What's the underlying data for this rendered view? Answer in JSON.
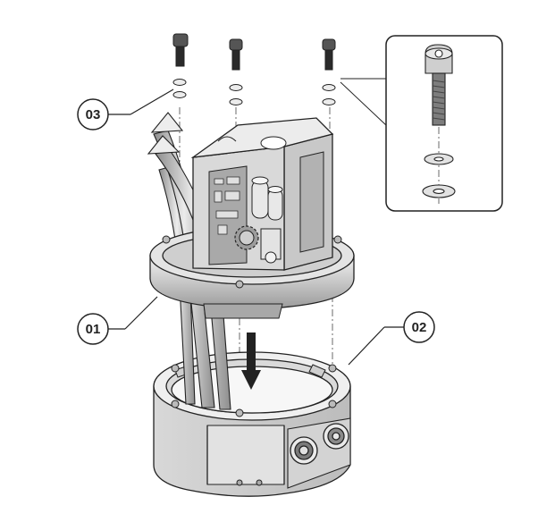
{
  "callouts": [
    {
      "id": "01",
      "label": "01"
    },
    {
      "id": "02",
      "label": "02"
    },
    {
      "id": "03",
      "label": "03"
    }
  ],
  "colors": {
    "outline": "#222222",
    "shade_light": "#e6e6e6",
    "shade_mid": "#bdbdbd",
    "shade_dark": "#8a8a8a",
    "background": "#ffffff"
  },
  "icons": {
    "arrow": "down-arrow-icon",
    "screw": "screw-icon",
    "washer": "washer-icon"
  }
}
